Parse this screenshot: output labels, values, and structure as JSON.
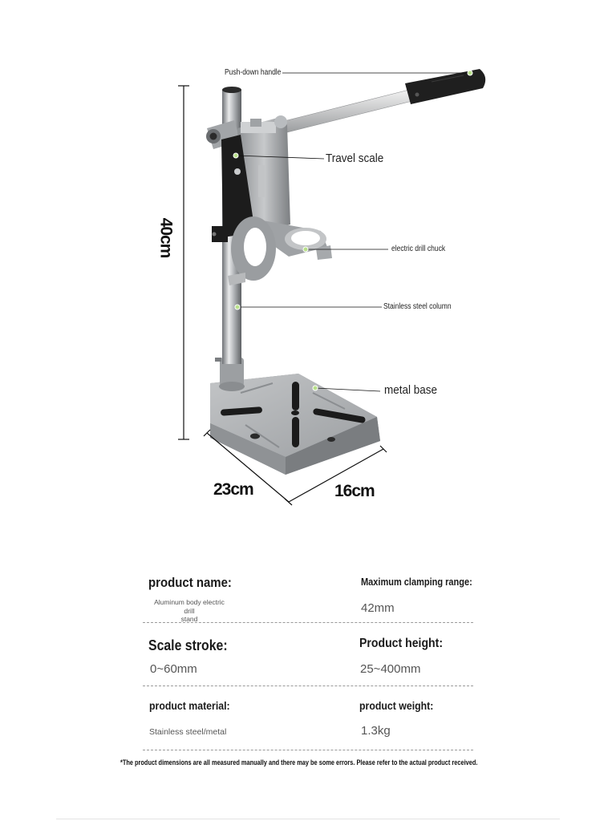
{
  "callouts": {
    "handle": "Push-down handle",
    "travel_scale": "Travel scale",
    "chuck": "electric drill chuck",
    "column": "Stainless steel column",
    "base": "metal base"
  },
  "dimensions": {
    "height": "40cm",
    "depth": "23cm",
    "width": "16cm"
  },
  "specs": [
    {
      "label": "product name:",
      "value": "Aluminum body electric drill\nstand"
    },
    {
      "label": "Maximum clamping range:",
      "value": "42mm"
    },
    {
      "label": "Scale stroke:",
      "value": "0~60mm"
    },
    {
      "label": "Product height:",
      "value": "25~400mm"
    },
    {
      "label": "product material:",
      "value": "Stainless steel/metal"
    },
    {
      "label": "product weight:",
      "value": "1.3kg"
    }
  ],
  "note": "*The product dimensions are all measured manually and there may be some errors. Please refer to the actual product received.",
  "colors": {
    "metal": "#a9acaf",
    "metal_dark": "#7d8083",
    "black_part": "#1c1c1c",
    "callout_dot": "#b8e08a"
  }
}
